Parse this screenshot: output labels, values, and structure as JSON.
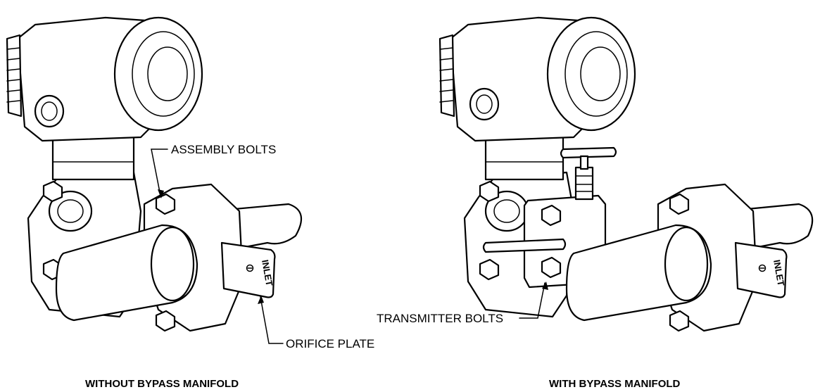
{
  "left_figure": {
    "caption": "WITHOUT BYPASS MANIFOLD",
    "labels": {
      "assembly_bolts": "ASSEMBLY BOLTS",
      "orifice_plate": "ORIFICE PLATE",
      "inlet": "INLET"
    }
  },
  "right_figure": {
    "caption": "WITH BYPASS MANIFOLD",
    "labels": {
      "transmitter_bolts": "TRANSMITTER BOLTS",
      "inlet": "INLET"
    }
  }
}
